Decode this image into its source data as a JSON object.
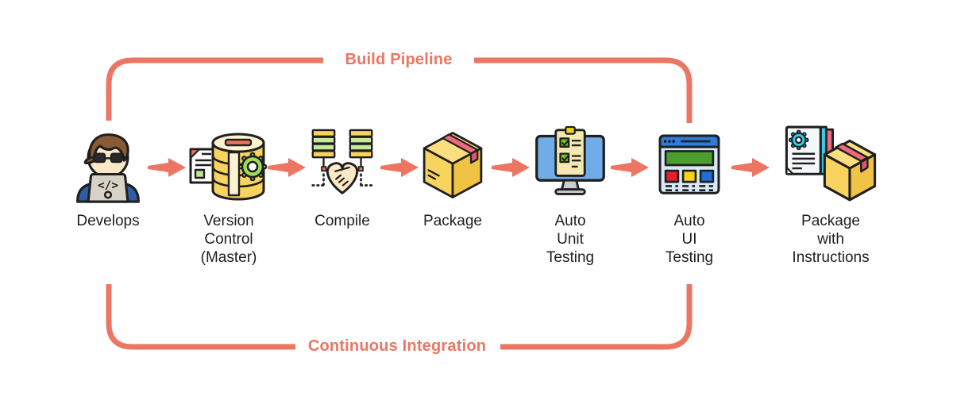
{
  "titles": {
    "top": "Build Pipeline",
    "bottom": "Continuous Integration"
  },
  "steps": [
    {
      "id": "develops",
      "icon": "developer-icon",
      "label_lines": [
        "Develops"
      ]
    },
    {
      "id": "version-control",
      "icon": "database-gear-icon",
      "label_lines": [
        "Version",
        "Control",
        "(Master)"
      ]
    },
    {
      "id": "compile",
      "icon": "handshake-merge-icon",
      "label_lines": [
        "Compile"
      ]
    },
    {
      "id": "package",
      "icon": "package-box-icon",
      "label_lines": [
        "Package"
      ]
    },
    {
      "id": "auto-unit-testing",
      "icon": "monitor-checklist-icon",
      "label_lines": [
        "Auto",
        "Unit",
        "Testing"
      ]
    },
    {
      "id": "auto-ui-testing",
      "icon": "browser-window-icon",
      "label_lines": [
        "Auto",
        "UI",
        "Testing"
      ]
    },
    {
      "id": "package-with-instructions",
      "icon": "document-package-icon",
      "label_lines": [
        "Package",
        "with",
        "Instructions"
      ]
    }
  ],
  "glyphs": {
    "code": "</>"
  },
  "colors": {
    "accent": "#EC7663",
    "ink": "#1E1E1E",
    "outline": "#1F1F1F",
    "yellow": "#F8D35E",
    "yellow_light": "#FBDF7F",
    "yellow_dark": "#F0C344",
    "cream": "#FDF3D0",
    "green_gear": "#9EDC5A",
    "green_banner": "#4B9E2D",
    "green_check": "#6CC024",
    "green_bar": "#C8E899",
    "green_square": "#BFE39A",
    "blue_header": "#2E7CD9",
    "blue_body": "#D8E8F8",
    "blue_screen": "#6FACE8",
    "blue_shoulder": "#2E5FA3",
    "skin": "#FBE8C4",
    "hair": "#8A5A34",
    "pink_tape": "#F06A7E",
    "pink_tape_dark": "#E0556E",
    "red_fold": "#F0705E",
    "cyan": "#35CDE8",
    "grey_laptop": "#D8D1C5",
    "grey_stand": "#C9CDD1",
    "red_square": "#E5202B",
    "yellow_square": "#F6D413",
    "blue_square": "#1D6FD6",
    "white": "#FFFFFF"
  }
}
